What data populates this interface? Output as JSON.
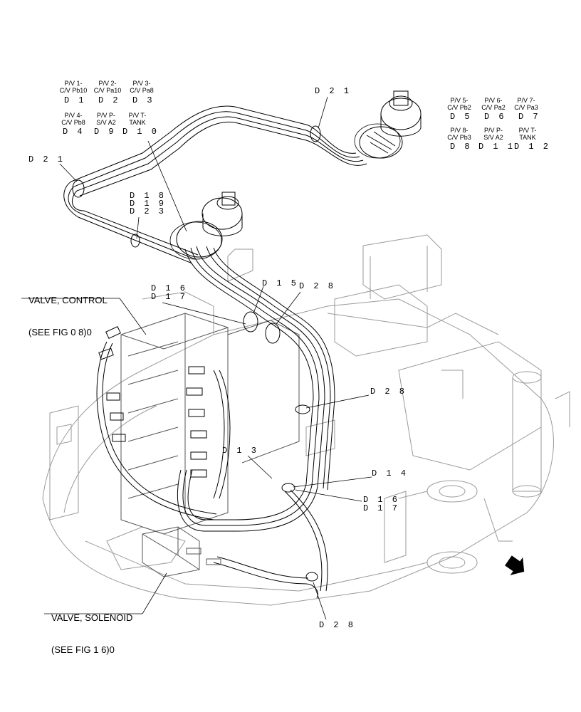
{
  "callouts": {
    "valve_control": {
      "line1": "VALVE, CONTROL",
      "line2": "(SEE FIG 0 8)0"
    },
    "valve_solenoid": {
      "line1": "VALVE, SOLENOID",
      "line2": "(SEE FIG 1 6)0"
    }
  },
  "left_port_table": {
    "row1": [
      {
        "desc": "P/V 1-\nC/V Pb10",
        "code": "D 1"
      },
      {
        "desc": "P/V 2-\nC/V Pa10",
        "code": "D 2"
      },
      {
        "desc": "P/V 3-\nC/V Pa8",
        "code": "D 3"
      }
    ],
    "row2": [
      {
        "desc": "P/V 4-\nC/V Pb8",
        "code": "D 4"
      },
      {
        "desc": "P/V P-\nS/V A2",
        "code": "D 9"
      },
      {
        "desc": "P/V T-\nTANK",
        "code": "D 1 0"
      }
    ]
  },
  "right_port_table": {
    "row1": [
      {
        "desc": "P/V 5-\nC/V Pb2",
        "code": "D 5"
      },
      {
        "desc": "P/V 6-\nC/V Pa2",
        "code": "D 6"
      },
      {
        "desc": "P/V 7-\nC/V Pa3",
        "code": "D 7"
      }
    ],
    "row2": [
      {
        "desc": "P/V 8-\nC/V Pb3",
        "code": "D 8"
      },
      {
        "desc": "P/V P-\nS/V A2",
        "code": "D 1 1"
      },
      {
        "desc": "P/V T-\nTANK",
        "code": "D 1 2"
      }
    ]
  },
  "part_refs": {
    "d21_top": "D 2 1",
    "d21_left": "D 2 1",
    "d18": "D 1 8",
    "d19": "D 1 9",
    "d23": "D 2 3",
    "d15": "D 1 5",
    "d28_top": "D 2 8",
    "d16_top": "D 1 6",
    "d17_top": "D 1 7",
    "d28_mid": "D 2 8",
    "d13": "D 1 3",
    "d14": "D 1 4",
    "d16_low": "D 1 6",
    "d17_low": "D 1 7",
    "d28_bottom": "D 2 8"
  },
  "icons": {
    "direction_arrow": "front-direction-arrow-icon"
  }
}
